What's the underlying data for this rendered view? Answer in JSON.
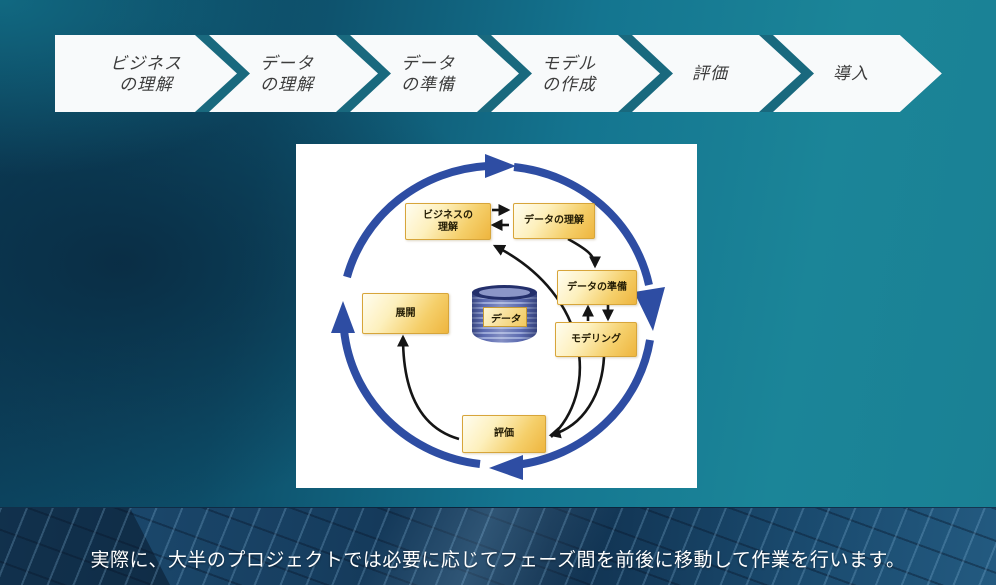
{
  "slide": {
    "process_bar": {
      "steps": [
        {
          "line1": "ビジネス",
          "line2": "の理解"
        },
        {
          "line1": "データ",
          "line2": "の理解"
        },
        {
          "line1": "データ",
          "line2": "の準備"
        },
        {
          "line1": "モデル",
          "line2": "の作成"
        },
        {
          "line1": "評価",
          "line2": ""
        },
        {
          "line1": "導入",
          "line2": ""
        }
      ]
    },
    "diagram": {
      "nodes": {
        "business": {
          "line1": "ビジネスの",
          "line2": "理解"
        },
        "data_understanding": {
          "line1": "データの理解",
          "line2": ""
        },
        "data_preparation": {
          "line1": "データの準備",
          "line2": ""
        },
        "modeling": {
          "line1": "モデリング",
          "line2": ""
        },
        "deployment": {
          "line1": "展開",
          "line2": ""
        },
        "evaluation": {
          "line1": "評価",
          "line2": ""
        },
        "data_store": {
          "label": "データ"
        }
      }
    },
    "caption": "実際に、大半のプロジェクトでは必要に応じてフェーズ間を前後に移動して作業を行います。",
    "colors": {
      "separator_teal": "#19697e",
      "chevron_fill": "#f8fafb",
      "chevron_text": "#3d3d3d",
      "cycle_blue": "#2e4da3",
      "node_gold": "#eeb53e",
      "diagram_bg": "#ffffff",
      "caption_text": "#ffffff"
    }
  }
}
